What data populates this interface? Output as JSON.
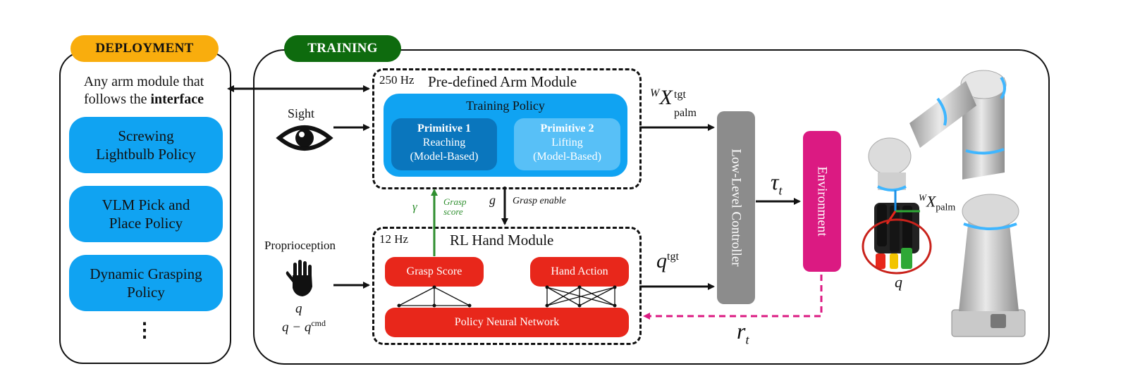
{
  "deployment": {
    "tag": "DEPLOYMENT",
    "intro_line1": "Any arm module that",
    "intro_line2_prefix": "follows the ",
    "intro_line2_bold": "interface",
    "policies": [
      {
        "line1": "Screwing",
        "line2": "Lightbulb Policy"
      },
      {
        "line1": "VLM Pick and",
        "line2": "Place Policy"
      },
      {
        "line1": "Dynamic Grasping",
        "line2": "Policy"
      }
    ],
    "ellipsis": "⋮"
  },
  "training": {
    "tag": "TRAINING",
    "sight_label": "Sight",
    "proprio_label": "Proprioception",
    "q_label": "q",
    "qcmd_label": "q − q",
    "qcmd_sup": "cmd",
    "arm_module": {
      "rate": "250 Hz",
      "title": "Pre-defined Arm Module",
      "policy_title": "Training Policy",
      "primitive1": {
        "title": "Primitive 1",
        "line1": "Reaching",
        "line2": "(Model-Based)"
      },
      "primitive2": {
        "title": "Primitive 2",
        "line1": "Lifting",
        "line2": "(Model-Based)"
      }
    },
    "hand_module": {
      "rate": "12 Hz",
      "title": "RL Hand Module",
      "grasp_score": "Grasp Score",
      "hand_action": "Hand Action",
      "network": "Policy Neural Network"
    },
    "gamma_label": "γ",
    "grasp_score_arrow_l1": "Grasp",
    "grasp_score_arrow_l2": "score",
    "g_label": "g",
    "grasp_enable_label": "Grasp enable",
    "wx_tgt": {
      "pre": "W",
      "main": "X",
      "sup": "tgt",
      "sub": "palm"
    },
    "q_tgt": {
      "main": "q",
      "sup": "tgt"
    },
    "tau": {
      "main": "τ",
      "sub": "t"
    },
    "reward": {
      "main": "r",
      "sub": "t"
    },
    "controller": "Low-Level Controller",
    "environment": "Environment",
    "robot_frame": {
      "pre": "W",
      "main": "X",
      "sub": "palm"
    },
    "robot_q": "q"
  },
  "colors": {
    "deployment_tag": "#f9ad0d",
    "training_tag": "#0e6b0e",
    "policy_blue": "#10a3f2",
    "primitive1": "#0a76bd",
    "primitive2": "#58c0f7",
    "red": "#e8271b",
    "controller": "#8c8c8c",
    "environment": "#db1a82",
    "grasp_arrow": "#2f8f2f"
  }
}
